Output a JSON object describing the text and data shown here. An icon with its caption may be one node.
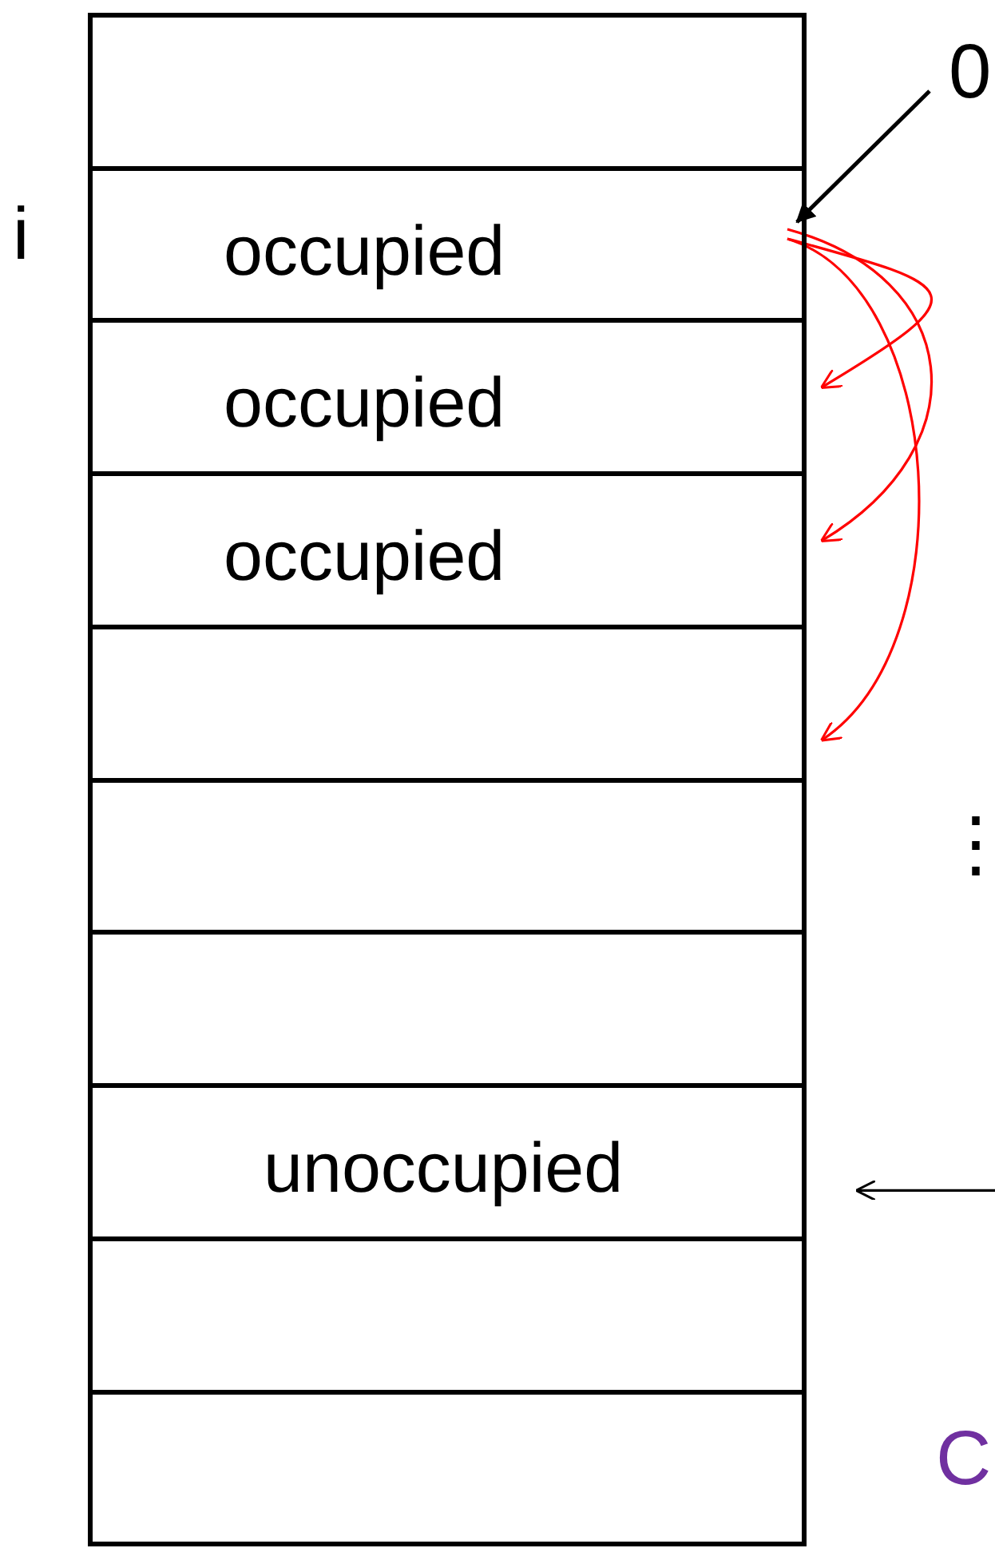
{
  "diagram": {
    "nodes": [
      {
        "text": [],
        "shape": "box"
      },
      {
        "text": [
          "occupied"
        ]
      },
      {
        "text": [
          "occupied"
        ]
      },
      {
        "text": [
          "occupied"
        ]
      },
      {
        "text": [],
        "shape": "box"
      },
      {
        "text": [],
        "shape": "box"
      },
      {
        "text": [],
        "shape": "box"
      },
      {
        "text": [
          "unoccupied"
        ]
      },
      {
        "text": [],
        "shape": "box"
      },
      {
        "text": [],
        "shape": "box"
      },
      {
        "text": [
          "0"
        ]
      }
    ],
    "edges": [
      {
        "from": 10,
        "to": 1,
        "arrow": "to",
        "color": "#000000"
      },
      {
        "from": 1,
        "to": 2,
        "arrow": "to"
      },
      {
        "from": 1,
        "to": 3,
        "arrow": "to"
      },
      {
        "from": 1,
        "to": 4,
        "arrow": "to"
      },
      {
        "from": null,
        "to": 7,
        "arrow": "to",
        "color": "#000000"
      }
    ],
    "labels": [
      "i",
      "⋮",
      "C"
    ]
  }
}
